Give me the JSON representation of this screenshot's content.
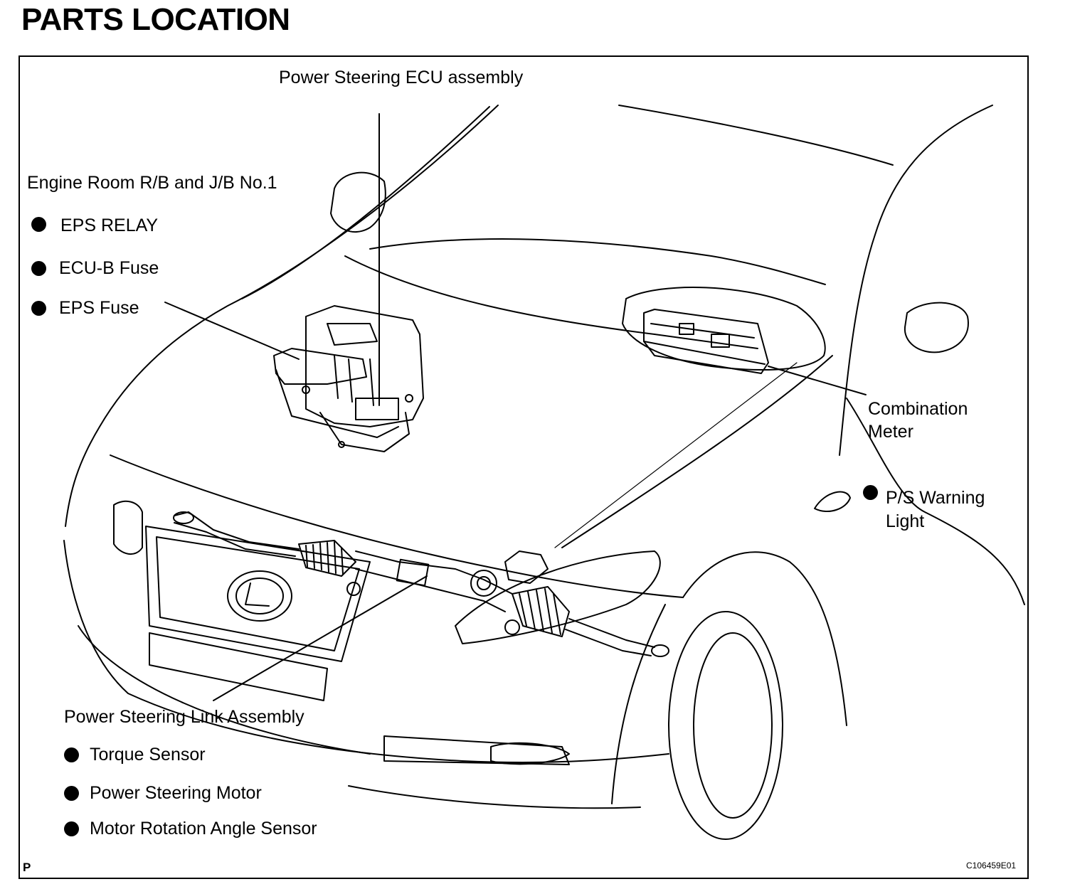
{
  "title": "PARTS LOCATION",
  "labels": {
    "ecu_assembly": "Power Steering ECU assembly",
    "engine_room_rb": "Engine Room R/B and J/B No.1",
    "eps_relay": "EPS RELAY",
    "ecu_b_fuse": "ECU-B Fuse",
    "eps_fuse": "EPS Fuse",
    "combination_meter_line1": "Combination",
    "combination_meter_line2": "Meter",
    "ps_warning_line1": "P/S Warning",
    "ps_warning_line2": "Light",
    "link_assembly": "Power Steering Link Assembly",
    "torque_sensor": "Torque Sensor",
    "ps_motor": "Power Steering Motor",
    "motor_angle_sensor": "Motor Rotation Angle Sensor"
  },
  "footer": {
    "corner_mark": "P",
    "figure_code": "C106459E01"
  }
}
